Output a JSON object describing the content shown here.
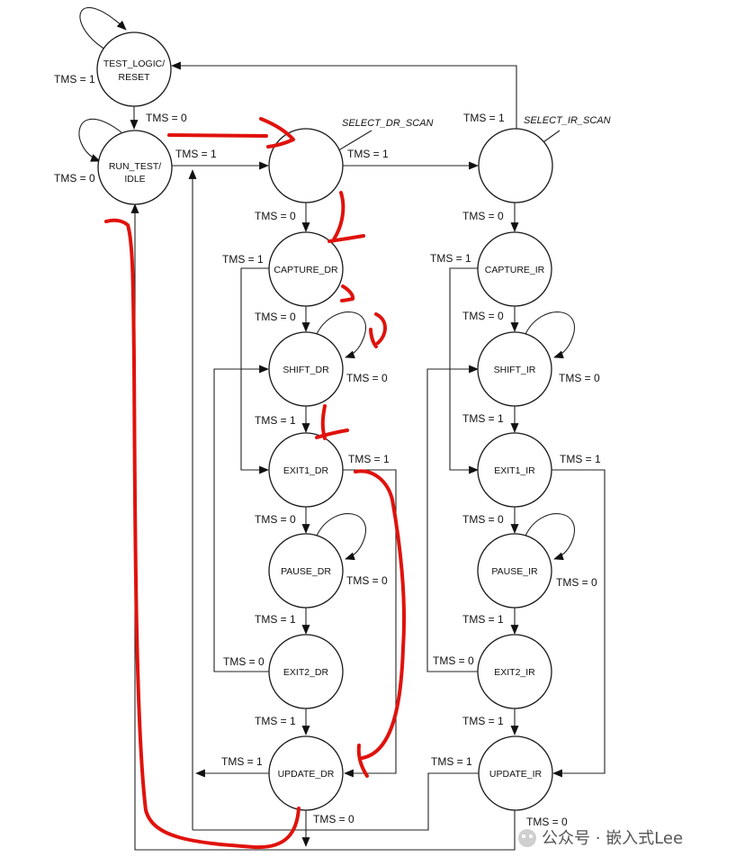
{
  "states": {
    "test_logic_reset": [
      "TEST_LOGIC/",
      "RESET"
    ],
    "run_test_idle": [
      "RUN_TEST/",
      "IDLE"
    ],
    "select_dr": [
      ""
    ],
    "select_ir": [
      ""
    ],
    "capture_dr": [
      "CAPTURE_DR"
    ],
    "shift_dr": [
      "SHIFT_DR"
    ],
    "exit1_dr": [
      "EXIT1_DR"
    ],
    "pause_dr": [
      "PAUSE_DR"
    ],
    "exit2_dr": [
      "EXIT2_DR"
    ],
    "update_dr": [
      "UPDATE_DR"
    ],
    "capture_ir": [
      "CAPTURE_IR"
    ],
    "shift_ir": [
      "SHIFT_IR"
    ],
    "exit1_ir": [
      "EXIT1_IR"
    ],
    "pause_ir": [
      "PAUSE_IR"
    ],
    "exit2_ir": [
      "EXIT2_IR"
    ],
    "update_ir": [
      "UPDATE_IR"
    ]
  },
  "select_labels": {
    "dr": "SELECT_DR_SCAN",
    "ir": "SELECT_IR_SCAN"
  },
  "transition_labels": {
    "tlr_self": "TMS = 1",
    "tlr_to_rti": "TMS = 0",
    "rti_self": "TMS = 0",
    "rti_to_sdr": "TMS = 1",
    "sir_to_tlr": "TMS = 1",
    "sdr_to_sir": "TMS = 1",
    "sdr_to_cdr": "TMS = 0",
    "sir_to_cir": "TMS = 0",
    "cdr_to_e1dr": "TMS = 1",
    "cdr_to_sdr": "TMS = 0",
    "shdr_self": "TMS = 0",
    "shdr_to_e1dr": "TMS = 1",
    "e1dr_to_udr": "TMS = 1",
    "e1dr_to_pdr": "TMS = 0",
    "pdr_self": "TMS = 0",
    "pdr_to_e2dr": "TMS = 1",
    "e2dr_to_shdr": "TMS = 0",
    "e2dr_to_udr": "TMS = 1",
    "udr_to_rti": "TMS = 1",
    "udr_to_sdr": "TMS = 0",
    "cir_to_e1ir": "TMS = 1",
    "cir_to_shir": "TMS = 0",
    "shir_self": "TMS = 0",
    "shir_to_e1ir": "TMS = 1",
    "e1ir_to_uir": "TMS = 1",
    "e1ir_to_pir": "TMS = 0",
    "pir_self": "TMS = 0",
    "pir_to_e2ir": "TMS = 1",
    "e2ir_to_shir": "TMS = 0",
    "e2ir_to_uir": "TMS = 1",
    "uir_to_rti": "TMS = 1",
    "uir_to_sdr": "TMS = 0"
  },
  "watermark": "公众号 · 嵌入式Lee",
  "colors": {
    "line": "#222222",
    "annotation": "#e0120c",
    "background": "#ffffff"
  }
}
